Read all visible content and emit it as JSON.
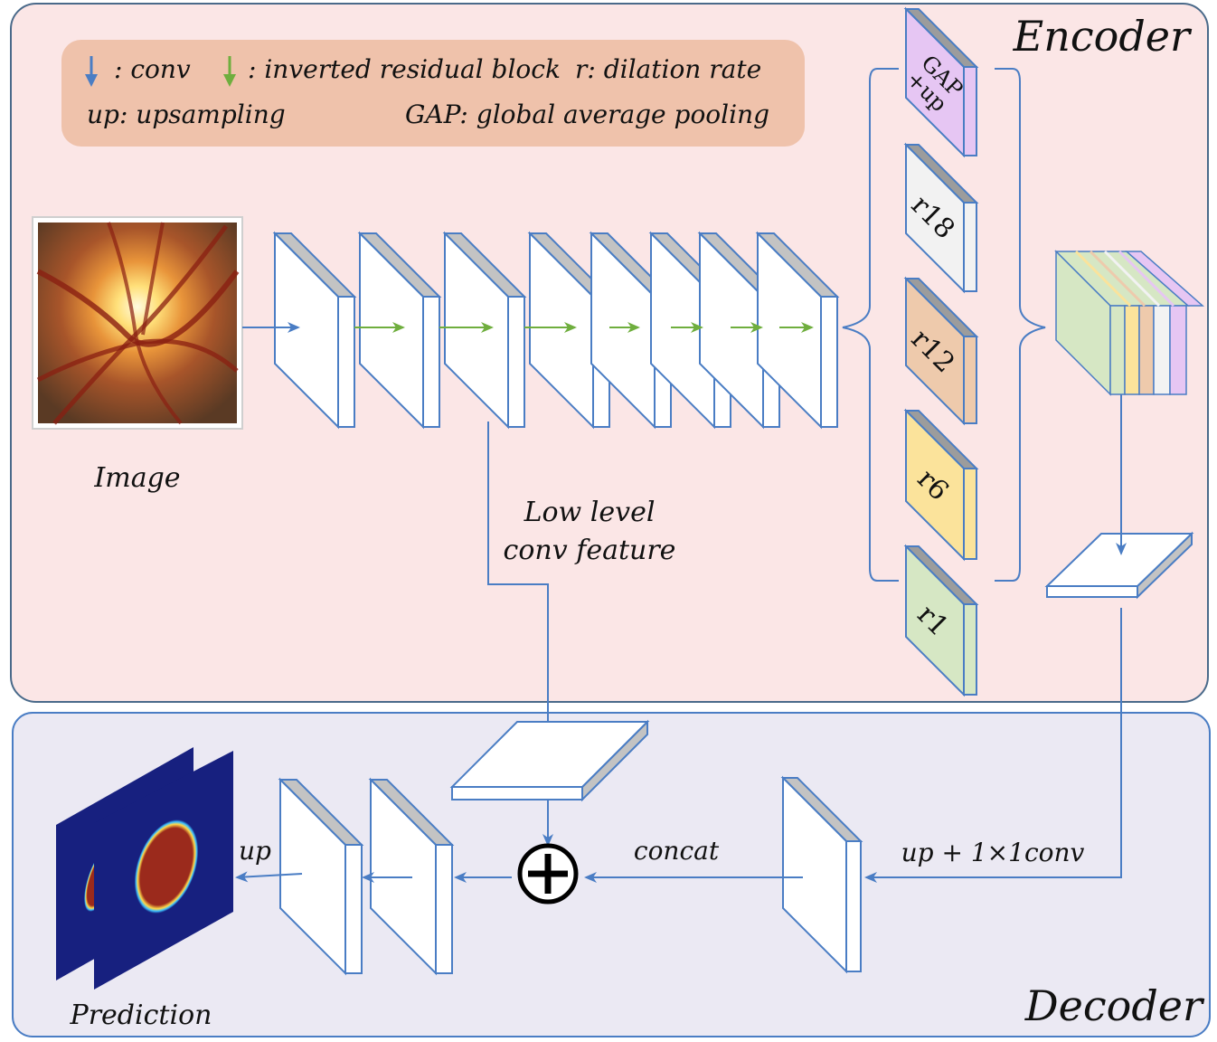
{
  "encoder": {
    "title": "Encoder"
  },
  "decoder": {
    "title": "Decoder"
  },
  "legend": {
    "conv": ": conv",
    "irb": ": inverted residual block",
    "r": "r:  dilation rate",
    "up": "up: upsampling",
    "gap": "GAP: global average pooling"
  },
  "labels": {
    "image": "Image",
    "low_level_1": "Low level",
    "low_level_2": "conv feature",
    "concat": "concat",
    "up_1x1": "up + 1×1conv",
    "up": "up",
    "prediction": "Prediction"
  },
  "aspp": {
    "gap_1": "GAP",
    "gap_2": "+up",
    "r18": "r18",
    "r12": "r12",
    "r6": "r6",
    "r1": "r1"
  },
  "colors": {
    "encoder_bg": "#fbe6e6",
    "decoder_bg": "#ebe9f3",
    "legend_bg": "#efc2ab",
    "conv_arrow": "#4a7dc4",
    "irb_arrow": "#6fae3e",
    "gap": "#e6c6f3",
    "r18": "#f2f2f2",
    "r12": "#eecaac",
    "r6": "#fbe39b",
    "r1": "#d6e7c4"
  }
}
